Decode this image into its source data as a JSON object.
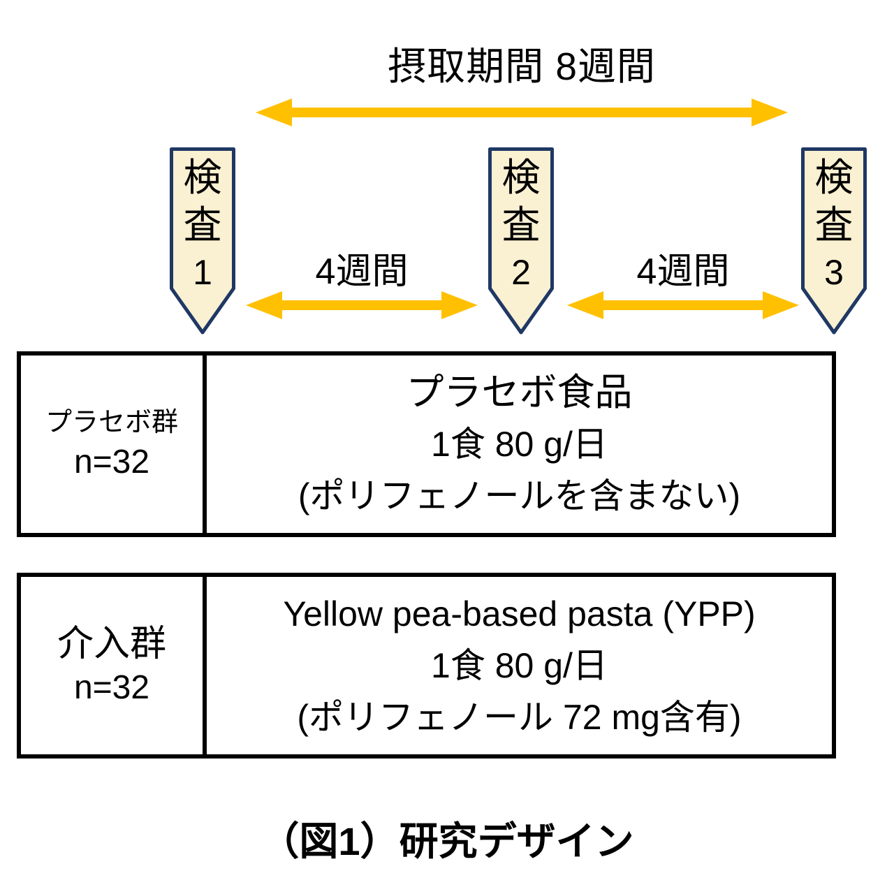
{
  "timeline": {
    "total_label": "摂取期間 8週間",
    "interval_left_label": "4週間",
    "interval_right_label": "4週間"
  },
  "exams": [
    {
      "top": "検",
      "mid": "査",
      "num": "1"
    },
    {
      "top": "検",
      "mid": "査",
      "num": "2"
    },
    {
      "top": "検",
      "mid": "査",
      "num": "3"
    }
  ],
  "groups": [
    {
      "name": "プラセボ群",
      "n": "n=32",
      "line1": "プラセボ食品",
      "line2": "1食 80 g/日",
      "line3": "(ポリフェノールを含まない)"
    },
    {
      "name": "介入群",
      "n": "n=32",
      "line1": "Yellow pea-based pasta (YPP)",
      "line2": "1食 80 g/日",
      "line3": "(ポリフェノール 72 mg含有)"
    }
  ],
  "caption": "（図1）研究デザイン",
  "colors": {
    "arrow": "#FFC000",
    "marker_fill": "#FAF0D2",
    "marker_border": "#1F3864",
    "box_border": "#000000",
    "text": "#000000"
  }
}
